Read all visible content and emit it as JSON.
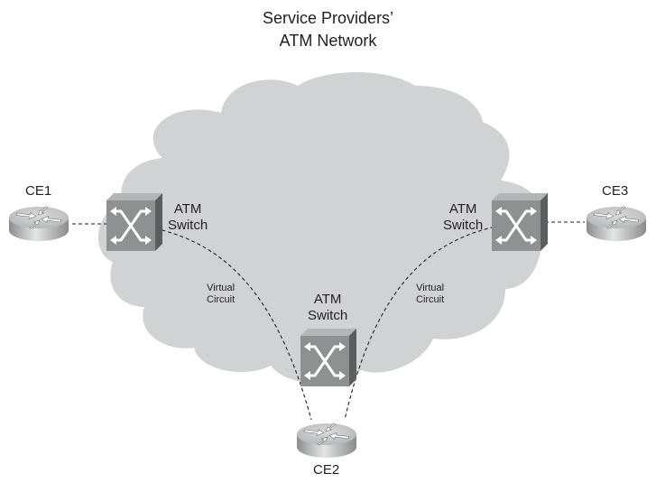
{
  "title": {
    "line1": "Service Providers’",
    "line2": "ATM Network"
  },
  "colors": {
    "cloud": "#d1d2d4",
    "switch_front": "#8f9092",
    "switch_top": "#b4b5b7",
    "switch_side": "#5c5d5f",
    "router_top": "#c9cacc",
    "router_side": "#a3a4a6",
    "link": "#231f20"
  },
  "nodes": {
    "ce1": {
      "label": "CE1",
      "type": "router"
    },
    "ce2": {
      "label": "CE2",
      "type": "router"
    },
    "ce3": {
      "label": "CE3",
      "type": "router"
    },
    "switch_left": {
      "label_line1": "ATM",
      "label_line2": "Switch",
      "type": "atm-switch"
    },
    "switch_right": {
      "label_line1": "ATM",
      "label_line2": "Switch",
      "type": "atm-switch"
    },
    "switch_bottom": {
      "label_line1": "ATM",
      "label_line2": "Switch",
      "type": "atm-switch"
    }
  },
  "links": [
    {
      "from": "ce1",
      "to": "switch_left",
      "style": "dashed"
    },
    {
      "from": "switch_right",
      "to": "ce3",
      "style": "dashed"
    },
    {
      "from": "switch_left",
      "to": "ce2",
      "style": "dashed",
      "label": "virtual_circuit_left"
    },
    {
      "from": "switch_right",
      "to": "ce2",
      "style": "dashed",
      "label": "virtual_circuit_right"
    }
  ],
  "virtual_circuit_left": {
    "line1": "Virtual",
    "line2": "Circuit"
  },
  "virtual_circuit_right": {
    "line1": "Virtual",
    "line2": "Circuit"
  }
}
